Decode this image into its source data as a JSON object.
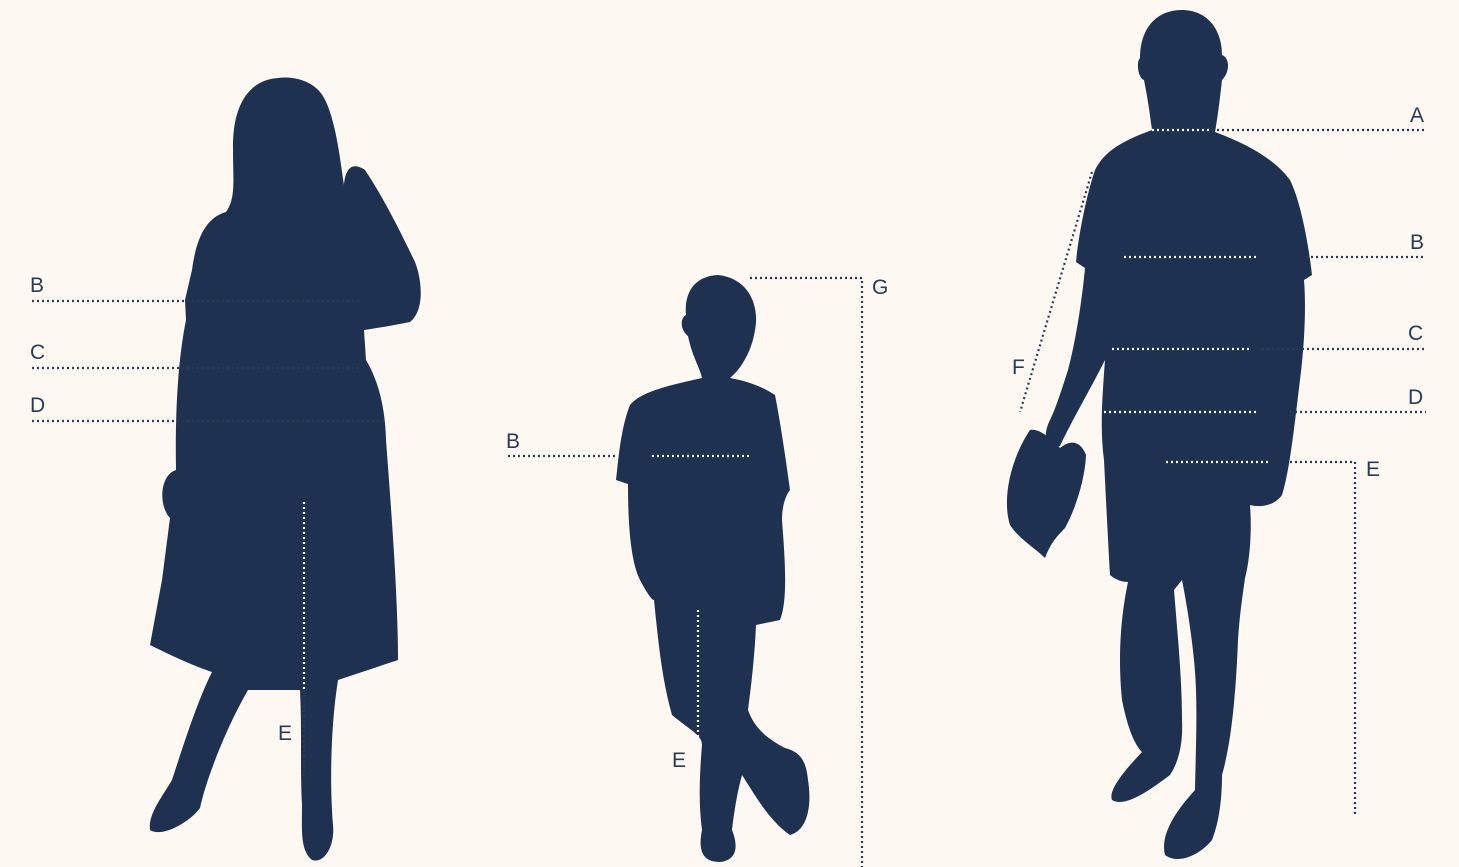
{
  "colors": {
    "background": "#fdf8f1",
    "silhouette": "#1f3150",
    "line": "#2a3a55"
  },
  "figures": {
    "woman": {
      "labels": {
        "b": "B",
        "c": "C",
        "d": "D",
        "e": "E"
      }
    },
    "child": {
      "labels": {
        "b": "B",
        "e": "E",
        "g": "G"
      }
    },
    "man": {
      "labels": {
        "a": "A",
        "b": "B",
        "c": "C",
        "d": "D",
        "e": "E",
        "f": "F"
      }
    }
  }
}
